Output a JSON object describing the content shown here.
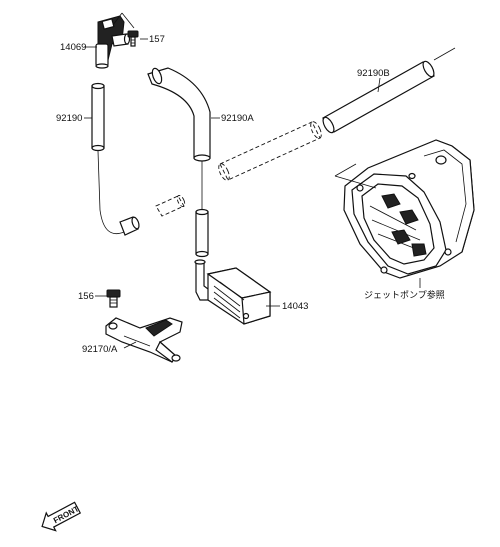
{
  "callouts": {
    "p14069": "14069",
    "p157": "157",
    "p92190": "92190",
    "p92190A": "92190A",
    "p92190B": "92190B",
    "p156": "156",
    "p14043": "14043",
    "p92170A": "92170/A",
    "jet_pump_ref": "ジェットポンプ参照"
  },
  "front_arrow": {
    "label": "FRONT"
  }
}
